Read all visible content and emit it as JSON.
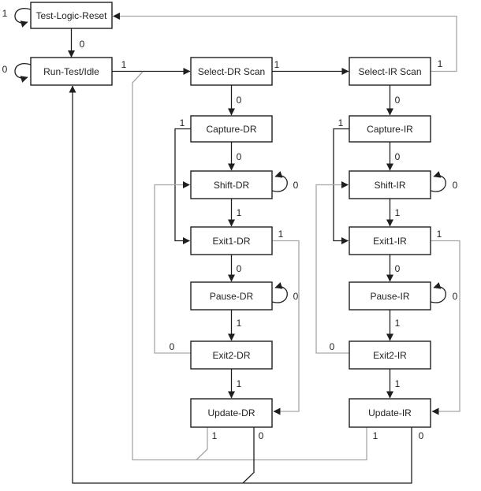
{
  "colors": {
    "ink": "#1f1f1f",
    "gray_line": "#a6a6a6",
    "paper": "#ffffff"
  },
  "states": {
    "tlr": "Test-Logic-Reset",
    "rti": "Run-Test/Idle",
    "sdr": "Select-DR Scan",
    "sir": "Select-IR Scan",
    "cdr": "Capture-DR",
    "cir": "Capture-IR",
    "shdr": "Shift-DR",
    "shir": "Shift-IR",
    "e1dr": "Exit1-DR",
    "e1ir": "Exit1-IR",
    "pdr": "Pause-DR",
    "pir": "Pause-IR",
    "e2dr": "Exit2-DR",
    "e2ir": "Exit2-IR",
    "udr": "Update-DR",
    "uir": "Update-IR"
  },
  "transitions": {
    "tlr_self": "1",
    "rti_self": "0",
    "tlr_rti": "0",
    "rti_sdr": "1",
    "sdr_sir": "1",
    "sir_tlr": "1",
    "sdr_cdr": "0",
    "cdr_shdr": "0",
    "shdr_e1dr": "1",
    "e1dr_pdr": "0",
    "pdr_e2dr": "1",
    "e2dr_udr": "1",
    "sir_cir": "0",
    "cir_shir": "0",
    "shir_e1ir": "1",
    "e1ir_pir": "0",
    "pir_e2ir": "1",
    "e2ir_uir": "1",
    "cdr_e1dr": "1",
    "cir_e1ir": "1",
    "shdr_self": "0",
    "shir_self": "0",
    "pdr_self": "0",
    "pir_self": "0",
    "e1dr_udr": "1",
    "e1ir_uir": "1",
    "e2dr_shdr": "0",
    "e2ir_shir": "0",
    "udr_sdr": "1",
    "uir_sdr": "1",
    "udr_rti": "0",
    "uir_rti": "0"
  }
}
